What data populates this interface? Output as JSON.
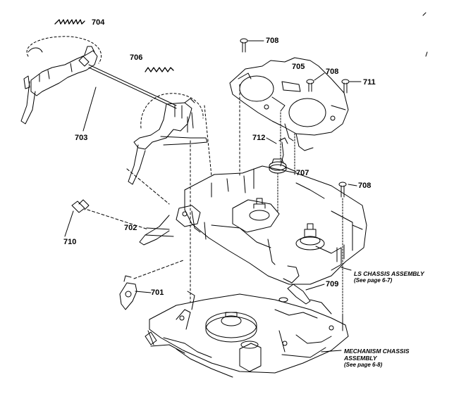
{
  "diagram": {
    "callouts": {
      "c701": "701",
      "c702": "702",
      "c703": "703",
      "c704": "704",
      "c705": "705",
      "c706": "706",
      "c707": "707",
      "c708a": "708",
      "c708b": "708",
      "c708c": "708",
      "c709": "709",
      "c710": "710",
      "c711": "711",
      "c712": "712"
    },
    "ls_assembly": {
      "line1": "LS CHASSIS ASSEMBLY",
      "line2": "(See page 6-7)"
    },
    "mech_assembly": {
      "line1": "MECHANISM CHASSIS",
      "line2": "ASSEMBLY",
      "line3": "(See page 6-8)"
    }
  }
}
